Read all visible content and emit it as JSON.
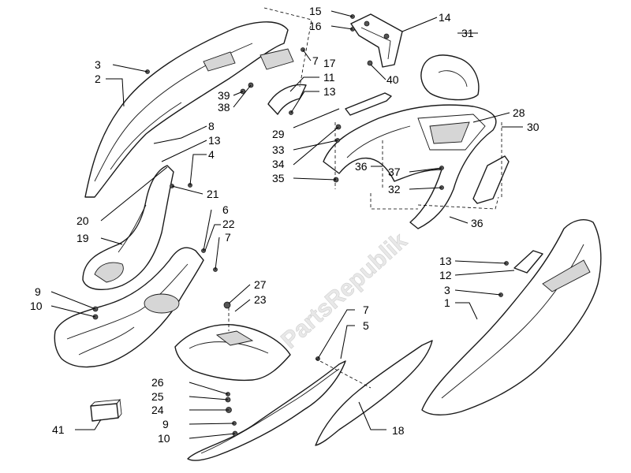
{
  "watermark": "PartsRepublik",
  "labels": {
    "l1": "1",
    "l2": "2",
    "l3a": "3",
    "l3b": "3",
    "l4": "4",
    "l5": "5",
    "l6": "6",
    "l7a": "7",
    "l7b": "7",
    "l7c": "7",
    "l8": "8",
    "l9a": "9",
    "l9b": "9",
    "l10a": "10",
    "l10b": "10",
    "l11": "11",
    "l12": "12",
    "l13a": "13",
    "l13b": "13",
    "l13c": "13",
    "l14": "14",
    "l15": "15",
    "l16": "16",
    "l17": "17",
    "l18": "18",
    "l19": "19",
    "l20": "20",
    "l21": "21",
    "l22": "22",
    "l23": "23",
    "l24": "24",
    "l25": "25",
    "l26": "26",
    "l27": "27",
    "l28": "28",
    "l29": "29",
    "l30": "30",
    "l31": "31",
    "l32": "32",
    "l33": "33",
    "l34": "34",
    "l35": "35",
    "l36a": "36",
    "l36b": "36",
    "l37": "37",
    "l38": "38",
    "l39": "39",
    "l40": "40",
    "l41": "41"
  }
}
